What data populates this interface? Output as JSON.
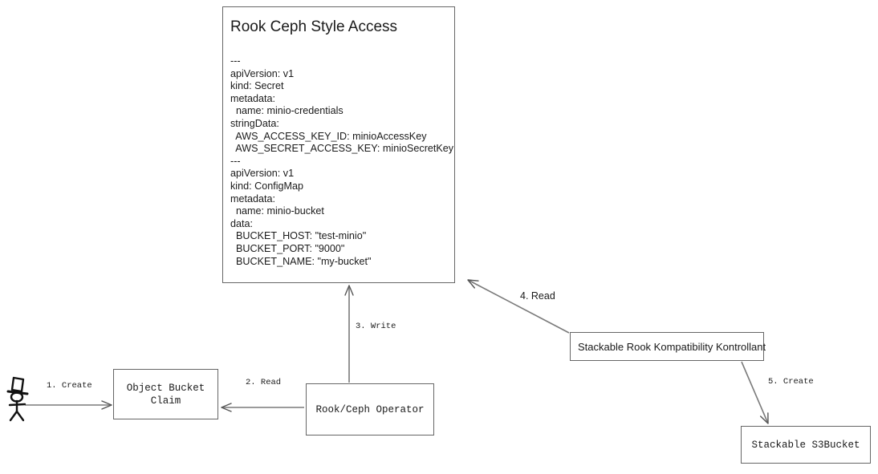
{
  "diagram": {
    "title": "Rook Ceph Style Access flow",
    "stroke_color": "#666666",
    "text_color": "#1a1a1a",
    "background": "#ffffff"
  },
  "yaml_card": {
    "title": "Rook Ceph Style Access",
    "body": "---\napiVersion: v1\nkind: Secret\nmetadata:\n  name: minio-credentials\nstringData:\n  AWS_ACCESS_KEY_ID: minioAccessKey\n  AWS_SECRET_ACCESS_KEY: minioSecretKey\n---\napiVersion: v1\nkind: ConfigMap\nmetadata:\n  name: minio-bucket\ndata:\n  BUCKET_HOST: \"test-minio\"\n  BUCKET_PORT: \"9000\"\n  BUCKET_NAME: \"my-bucket\"",
    "lines": [
      "---",
      "apiVersion: v1",
      "kind: Secret",
      "metadata:",
      "  name: minio-credentials",
      "stringData:",
      "  AWS_ACCESS_KEY_ID: minioAccessKey",
      "  AWS_SECRET_ACCESS_KEY: minioSecretKey",
      "---",
      "apiVersion: v1",
      "kind: ConfigMap",
      "metadata:",
      "  name: minio-bucket",
      "data:",
      "  BUCKET_HOST: \"test-minio\"",
      "  BUCKET_PORT: \"9000\"",
      "  BUCKET_NAME: \"my-bucket\""
    ]
  },
  "nodes": {
    "actor": {
      "label": "",
      "icon": "stick-figure-with-top-hat-icon"
    },
    "object_bucket_claim": {
      "label": "Object Bucket\nClaim"
    },
    "operator": {
      "label": "Rook/Ceph Operator"
    },
    "srkk": {
      "label": "Stackable Rook Kompatibility Kontrollant"
    },
    "s3bucket": {
      "label": "Stackable S3Bucket"
    }
  },
  "edges": [
    {
      "id": "1",
      "label": "1. Create",
      "from": "actor",
      "to": "object_bucket_claim"
    },
    {
      "id": "2",
      "label": "2. Read",
      "from": "operator",
      "to": "object_bucket_claim"
    },
    {
      "id": "3",
      "label": "3. Write",
      "from": "operator",
      "to": "yaml_card"
    },
    {
      "id": "4",
      "label": "4. Read",
      "from": "srkk",
      "to": "yaml_card"
    },
    {
      "id": "5",
      "label": "5. Create",
      "from": "srkk",
      "to": "s3bucket"
    }
  ]
}
